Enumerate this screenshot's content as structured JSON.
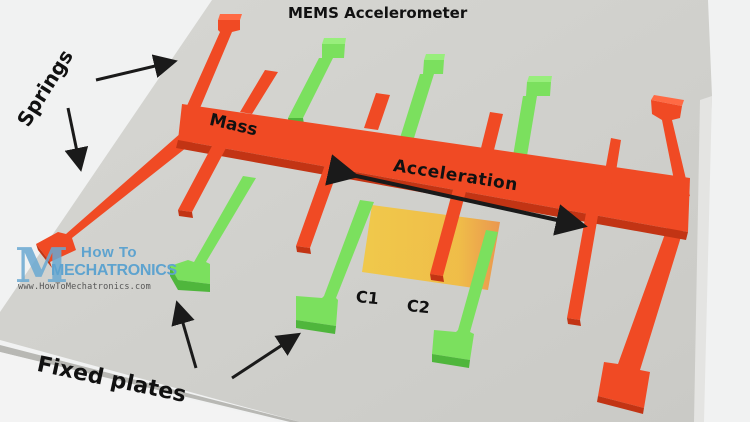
{
  "title": "MEMS Accelerometer",
  "labels": {
    "springs": "Springs",
    "mass": "Mass",
    "acceleration": "Acceleration",
    "c1": "C1",
    "c2": "C2",
    "fixed_plates": "Fixed plates"
  },
  "watermark": {
    "logo_letter": "M",
    "line1": "How To",
    "line2": "MECHATRONICS",
    "url": "www.HowToMechatronics.com"
  },
  "colors": {
    "background": "#f1f2f2",
    "substrate": "#d3d3cf",
    "mass_red": "#f04a24",
    "mass_red_dark": "#c23414",
    "fixed_green": "#7be05e",
    "fixed_green_dark": "#4fb63c",
    "capacitor_gap_yellow": "#f2c23a",
    "capacitor_gap_orange": "#f0963a",
    "logo_blue": "#5ea3cf",
    "text": "#111111"
  }
}
